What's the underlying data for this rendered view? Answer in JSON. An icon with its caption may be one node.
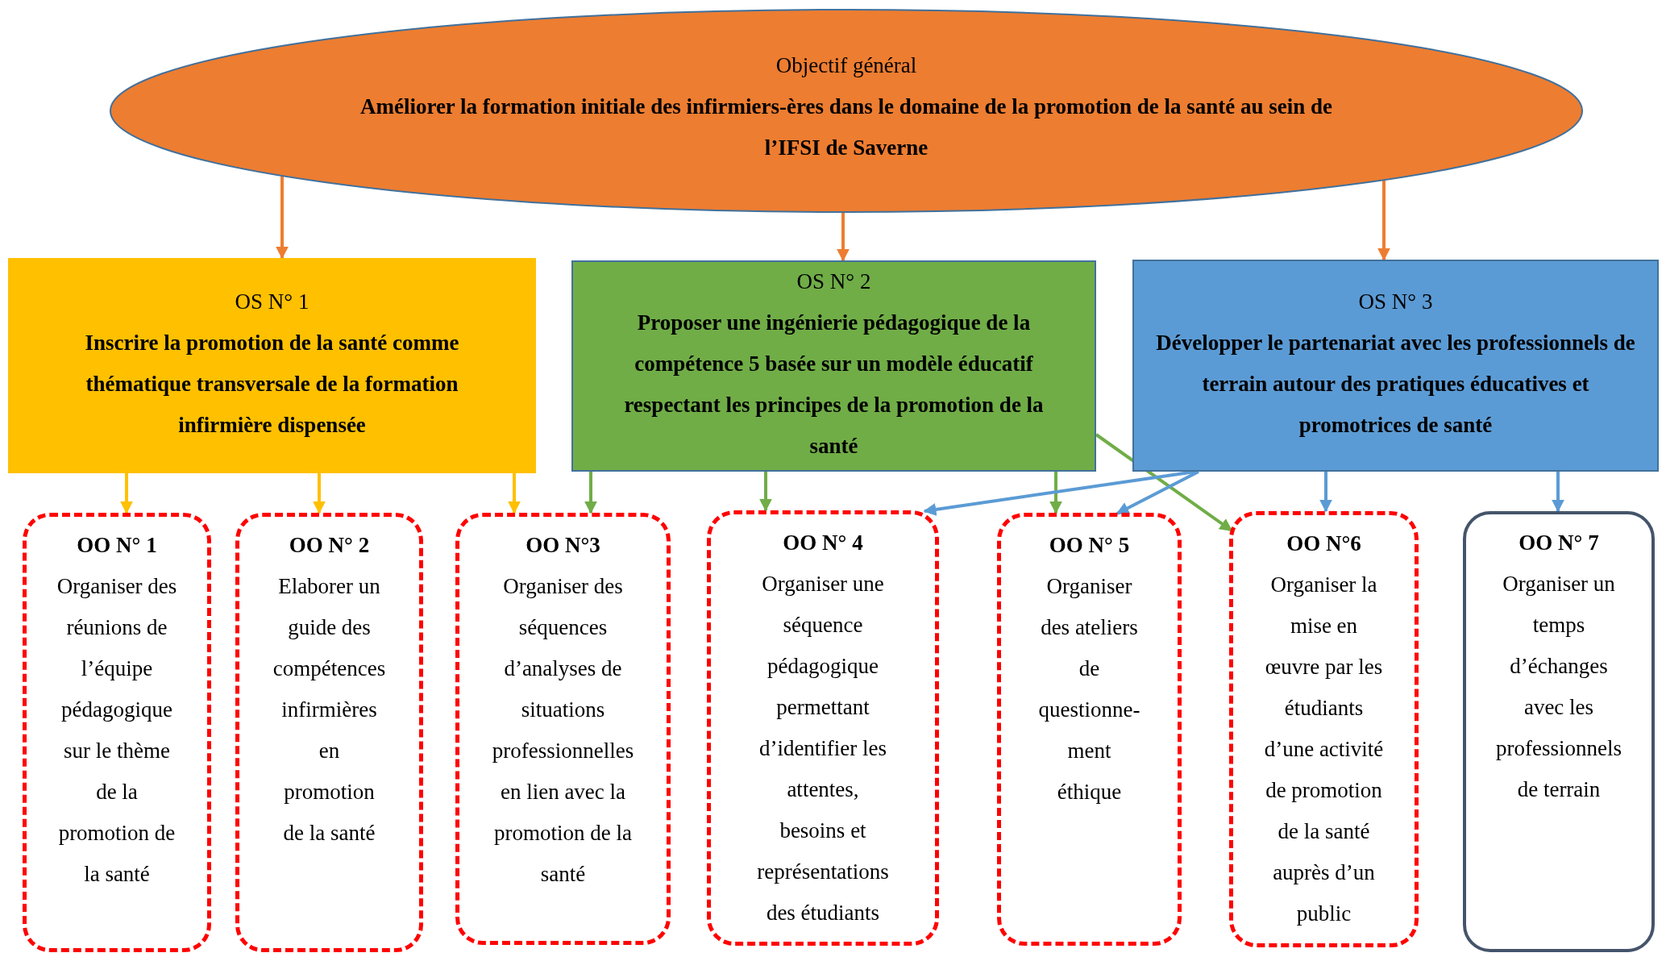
{
  "diagram": {
    "nodes": [
      {
        "text": [
          "Objectif général",
          "Améliorer la formation initiale des infirmiers-ères dans le domaine de la promotion de la santé au sein de l’IFSI de Saverne"
        ]
      },
      {
        "text": [
          "OS N° 1",
          "Inscrire la promotion de la santé comme thématique transversale de la formation infirmière dispensée"
        ]
      },
      {
        "text": [
          "OS N° 2",
          "Proposer une ingénierie pédagogique de la compétence 5 basée sur un modèle éducatif respectant les principes de la promotion de la santé"
        ]
      },
      {
        "text": [
          "OS N° 3",
          "Développer le partenariat avec les professionnels de terrain autour des pratiques éducatives et promotrices de santé"
        ]
      },
      {
        "text": [
          "OO N° 1",
          "Organiser des réunions de l’équipe pédagogique sur le thème de la promotion de la santé"
        ]
      },
      {
        "text": [
          "OO N° 2",
          "Elaborer un guide des compétences infirmières en promotion de la santé"
        ]
      },
      {
        "text": [
          "OO N°3",
          "Organiser des séquences d’analyses de situations professionnelles en lien avec la promotion de la santé"
        ]
      },
      {
        "text": [
          "OO N° 4",
          "Organiser une séquence pédagogique permettant d’identifier les attentes, besoins et représentations des étudiants"
        ]
      },
      {
        "text": [
          "OO N° 5",
          "Organiser des ateliers de questionne- ment éthique"
        ]
      },
      {
        "text": [
          "OO N°6",
          "Organiser la mise en œuvre par les étudiants d’une activité de promotion de la santé auprès d’un public"
        ]
      },
      {
        "text": [
          "OO N° 7",
          "Organiser un temps d’échanges avec les professionnels de terrain"
        ]
      }
    ],
    "edges": [
      {
        "from": 0,
        "to": 1,
        "arrow": "to",
        "color": "#ed7d31"
      },
      {
        "from": 0,
        "to": 2,
        "arrow": "to",
        "color": "#ed7d31"
      },
      {
        "from": 0,
        "to": 3,
        "arrow": "to",
        "color": "#ed7d31"
      },
      {
        "from": 1,
        "to": 4,
        "arrow": "to",
        "color": "#ffc000"
      },
      {
        "from": 1,
        "to": 5,
        "arrow": "to",
        "color": "#ffc000"
      },
      {
        "from": 1,
        "to": 6,
        "arrow": "to",
        "color": "#ffc000"
      },
      {
        "from": 2,
        "to": 6,
        "arrow": "to",
        "color": "#70ad47"
      },
      {
        "from": 2,
        "to": 7,
        "arrow": "to",
        "color": "#70ad47"
      },
      {
        "from": 2,
        "to": 8,
        "arrow": "to",
        "color": "#70ad47"
      },
      {
        "from": 2,
        "to": 9,
        "arrow": "to",
        "color": "#70ad47"
      },
      {
        "from": 3,
        "to": 7,
        "arrow": "to",
        "color": "#5b9bd5"
      },
      {
        "from": 3,
        "to": 8,
        "arrow": "to",
        "color": "#5b9bd5"
      },
      {
        "from": 3,
        "to": 9,
        "arrow": "to",
        "color": "#5b9bd5"
      },
      {
        "from": 3,
        "to": 10,
        "arrow": "to",
        "color": "#5b9bd5"
      }
    ]
  }
}
